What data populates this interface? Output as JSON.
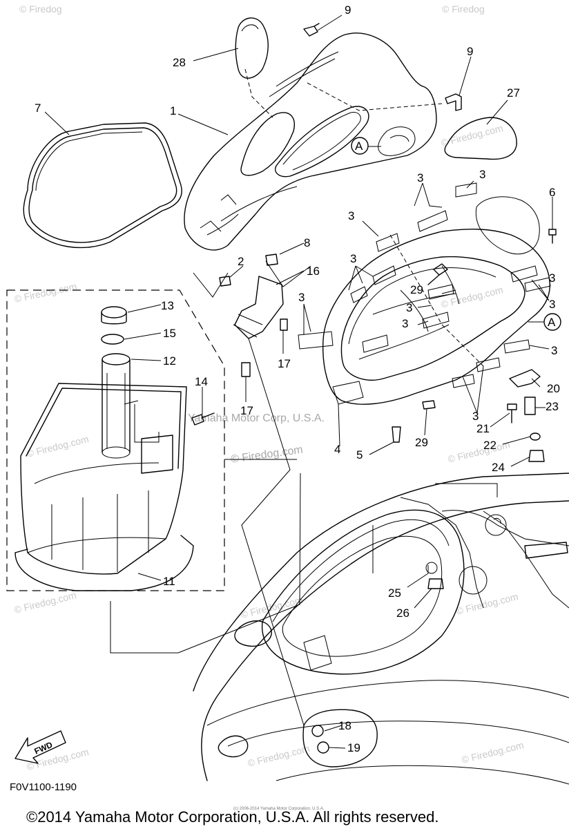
{
  "callouts": {
    "c1": "1",
    "c2": "2",
    "c3": "3",
    "c4": "4",
    "c5": "5",
    "c6": "6",
    "c7": "7",
    "c8": "8",
    "c9": "9",
    "c11": "11",
    "c12": "12",
    "c13": "13",
    "c14": "14",
    "c15": "15",
    "c16": "16",
    "c17": "17",
    "c18": "18",
    "c19": "19",
    "c20": "20",
    "c21": "21",
    "c22": "22",
    "c23": "23",
    "c24": "24",
    "c25": "25",
    "c26": "26",
    "c27": "27",
    "c28": "28",
    "c29": "29",
    "ref_a": "A"
  },
  "watermarks": {
    "firedog": "© Firedog.com",
    "firedog_short": "© Firedog",
    "yamaha_overlay": "Yamaha Motor Corp, U.S.A."
  },
  "labels": {
    "fwd": "FWD",
    "drawing_code": "F0V1100-1190",
    "copyright": "©2014 Yamaha Motor Corporation, U.S.A. All rights reserved.",
    "small_copyright": "(c) 2006-2014 Yamaha Motor Corporation, U.S.A."
  }
}
